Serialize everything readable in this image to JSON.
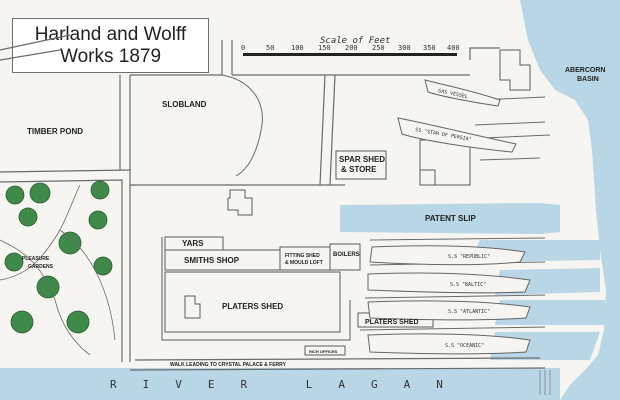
{
  "title": {
    "line1": "Harland and Wolff",
    "line2": "Works 1879"
  },
  "scale": {
    "caption": "Scale of Feet",
    "ticks": [
      "0",
      "50",
      "100",
      "150",
      "200",
      "250",
      "300",
      "350",
      "400"
    ]
  },
  "areas": {
    "abercorn_basin_1": "ABERCORN",
    "abercorn_basin_2": "BASIN",
    "slobland": "SLOBLAND",
    "timber_pond": "TIMBER POND",
    "spar_shed_1": "SPAR SHED",
    "spar_shed_2": "& STORE",
    "patent_slip": "PATENT SLIP",
    "yars": "YARS",
    "smiths_shop": "SMITHS SHOP",
    "fitting_shed_1": "FITTING SHED",
    "fitting_shed_2": "& MOULD LOFT",
    "boilers": "BOILERS",
    "platers_shed": "PLATERS SHED",
    "platers_shed_2": "PLATERS SHED",
    "pleasure_gardens_1": "PLEASURE",
    "pleasure_gardens_2": "GARDENS",
    "walk": "WALK LEADING TO CRYSTAL PALACE & FERRY",
    "river": "RIVER LAGAN",
    "rich_offices": "RICH OFFICES"
  },
  "ships": [
    {
      "name": "GAS VESSEL"
    },
    {
      "name": "SS \"STAR OF PERSIA\""
    },
    {
      "name": "S.S \"REPUBLIC\""
    },
    {
      "name": "S.S \"BALTIC\""
    },
    {
      "name": "S.S \"ATLANTIC\""
    },
    {
      "name": "S.S \"OCEANIC\""
    }
  ],
  "colors": {
    "water": "#b8d6e6",
    "tree": "#3f8a4a",
    "line": "#6a6a6a",
    "background": "#f6f5f1"
  }
}
